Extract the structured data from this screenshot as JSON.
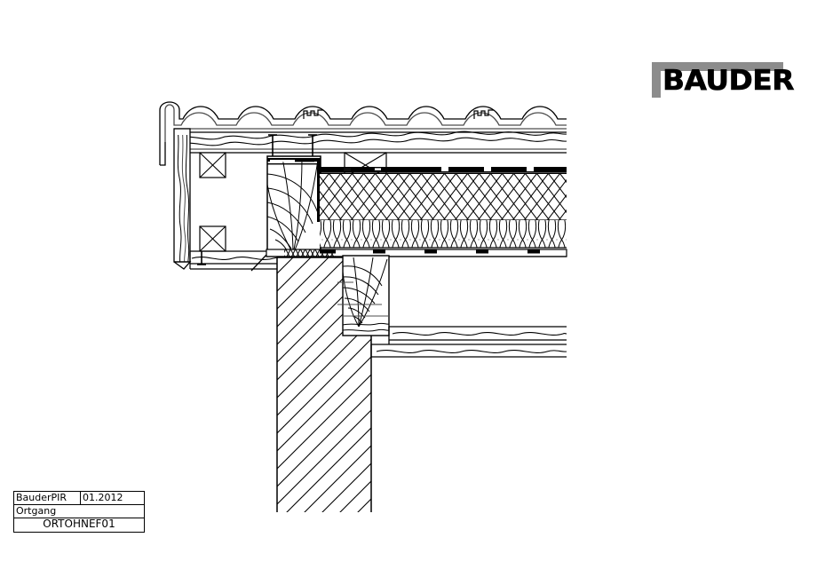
{
  "brand": {
    "name": "BAUDER",
    "logo_bar_color": "#8c8c8c",
    "text_color": "#000000"
  },
  "title_block": {
    "product": "BauderPIR",
    "date": "01.2012",
    "detail_name": "Ortgang",
    "drawing_code": "ORTOHNEF01"
  },
  "drawing": {
    "type": "architectural-section-detail",
    "description": "Ortgang (verge / gable edge) roof construction detail",
    "line_color": "#000000",
    "thin_line_color": "#4d4d4d",
    "background": "#ffffff",
    "layers": [
      {
        "name": "roof-tiles",
        "hatch": "tile-profile"
      },
      {
        "name": "underlay-membrane",
        "hatch": "wavy-lines"
      },
      {
        "name": "counter-battens",
        "hatch": "crossed-box"
      },
      {
        "name": "vapour-barrier",
        "hatch": "dashed-bar"
      },
      {
        "name": "pir-insulation-upper",
        "hatch": "criss-cross"
      },
      {
        "name": "insulation-lower",
        "hatch": "lens-arcs"
      },
      {
        "name": "rafter-end-grain",
        "hatch": "annual-rings"
      },
      {
        "name": "masonry-wall",
        "hatch": "diagonal-45"
      },
      {
        "name": "fascia-board",
        "hatch": "wood-grain"
      },
      {
        "name": "soffit-boards",
        "hatch": "wood-grain"
      }
    ]
  }
}
